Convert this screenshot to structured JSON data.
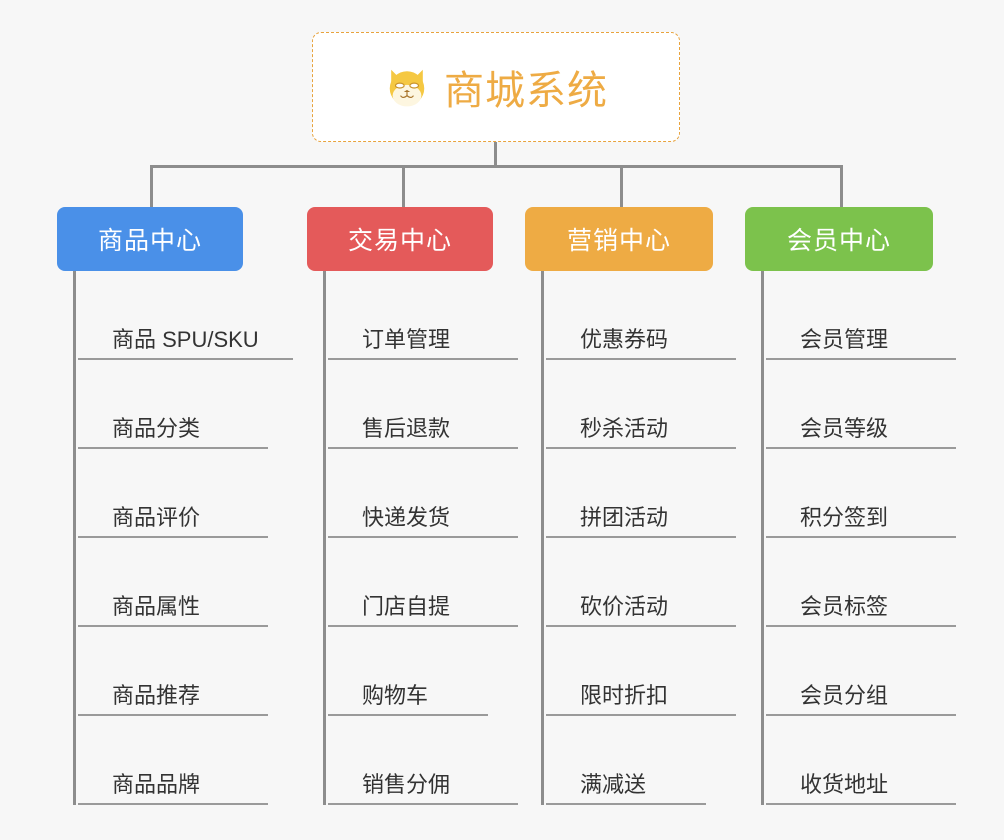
{
  "root": {
    "icon": "dog-face-icon",
    "title": "商城系统",
    "title_color": "#eeab44",
    "border_color": "#e8a33d"
  },
  "connector_color": "#8d8d8d",
  "categories": [
    {
      "id": "product-center",
      "label": "商品中心",
      "color": "#4a90e8",
      "items": [
        {
          "label": "商品 SPU/SKU",
          "width": "wide"
        },
        {
          "label": "商品分类",
          "width": "normal"
        },
        {
          "label": "商品评价",
          "width": "normal"
        },
        {
          "label": "商品属性",
          "width": "normal"
        },
        {
          "label": "商品推荐",
          "width": "normal"
        },
        {
          "label": "商品品牌",
          "width": "normal"
        }
      ]
    },
    {
      "id": "trade-center",
      "label": "交易中心",
      "color": "#e45a5a",
      "items": [
        {
          "label": "订单管理",
          "width": "normal"
        },
        {
          "label": "售后退款",
          "width": "normal"
        },
        {
          "label": "快递发货",
          "width": "normal"
        },
        {
          "label": "门店自提",
          "width": "normal"
        },
        {
          "label": "购物车",
          "width": "narrow"
        },
        {
          "label": "销售分佣",
          "width": "normal"
        }
      ]
    },
    {
      "id": "marketing-center",
      "label": "营销中心",
      "color": "#eeab44",
      "items": [
        {
          "label": "优惠券码",
          "width": "normal"
        },
        {
          "label": "秒杀活动",
          "width": "normal"
        },
        {
          "label": "拼团活动",
          "width": "normal"
        },
        {
          "label": "砍价活动",
          "width": "normal"
        },
        {
          "label": "限时折扣",
          "width": "normal"
        },
        {
          "label": "满减送",
          "width": "narrow"
        }
      ]
    },
    {
      "id": "member-center",
      "label": "会员中心",
      "color": "#7cc24c",
      "items": [
        {
          "label": "会员管理",
          "width": "normal"
        },
        {
          "label": "会员等级",
          "width": "normal"
        },
        {
          "label": "积分签到",
          "width": "normal"
        },
        {
          "label": "会员标签",
          "width": "normal"
        },
        {
          "label": "会员分组",
          "width": "normal"
        },
        {
          "label": "收货地址",
          "width": "normal"
        }
      ]
    }
  ],
  "layout": {
    "column_left": [
      57,
      307,
      525,
      745
    ],
    "column_header_width": [
      186,
      186,
      188,
      188
    ],
    "drop_left": [
      150,
      402,
      620,
      840
    ]
  }
}
